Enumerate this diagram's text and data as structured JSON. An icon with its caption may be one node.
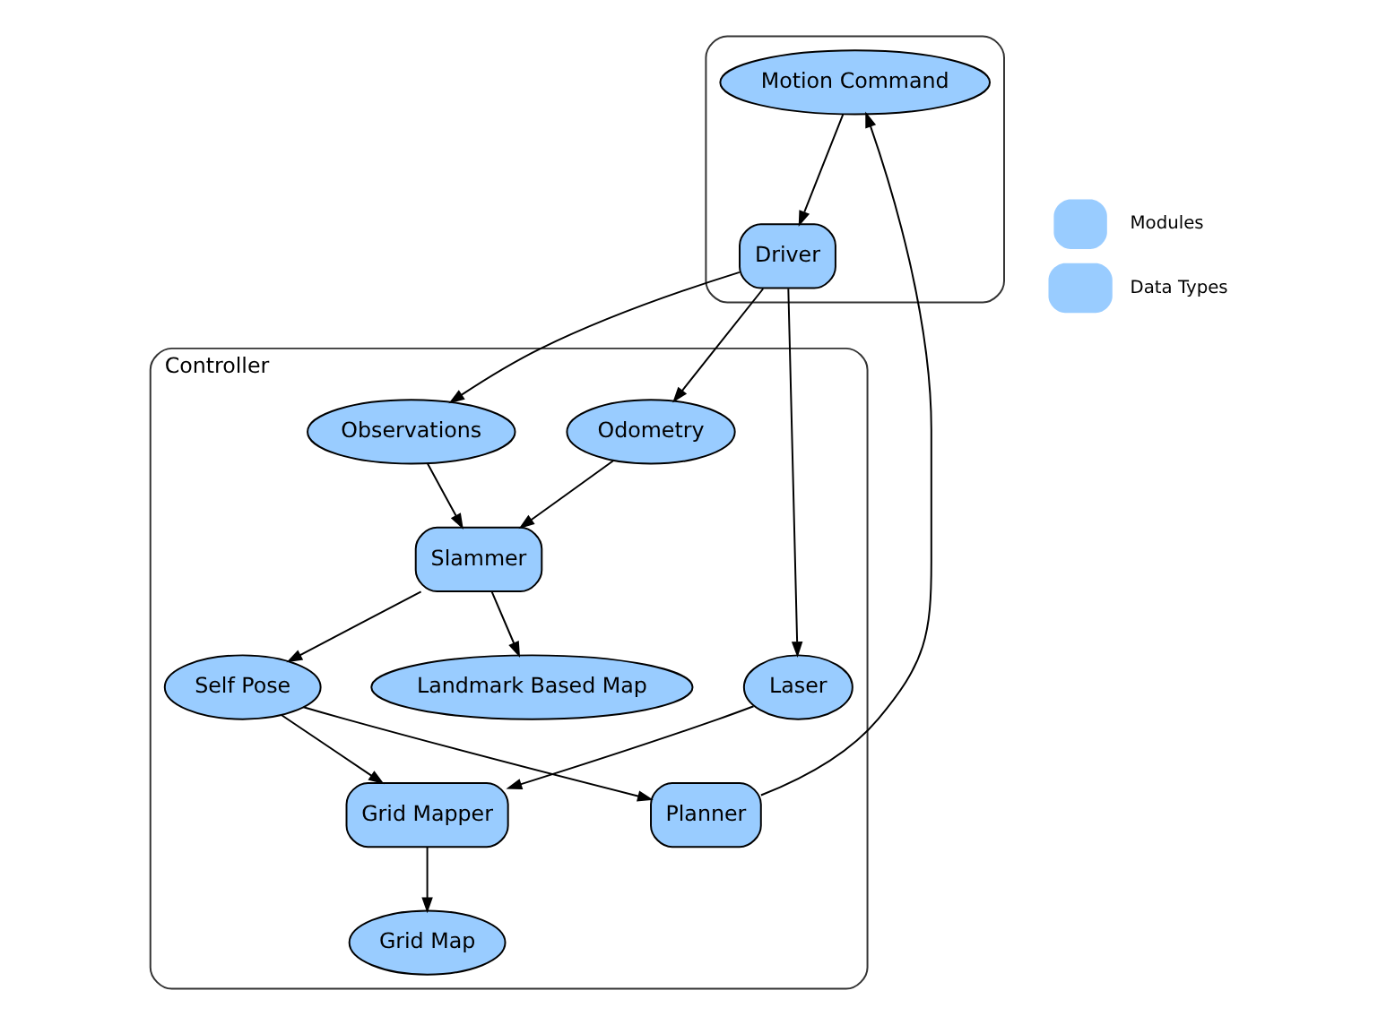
{
  "diagram": {
    "nodes": [
      {
        "text": [
          "Controller"
        ]
      },
      {
        "text": [
          "Odometry"
        ],
        "in": 0
      },
      {
        "text": [
          "Landmark Based Map"
        ],
        "in": 0
      },
      {
        "text": [
          "Observations"
        ],
        "in": 0
      },
      {
        "text": [
          "Slammer"
        ],
        "in": 0
      },
      {
        "text": [
          "Grid Mapper"
        ],
        "in": 0
      },
      {
        "text": [
          "Grid Map"
        ],
        "in": 0
      },
      {
        "text": [
          "Self Pose"
        ],
        "in": 0
      },
      {
        "text": [
          "Laser"
        ],
        "in": 0
      },
      {
        "text": [
          "Planner"
        ],
        "in": 0
      },
      {
        "text": [],
        "shape": "box"
      },
      {
        "text": [
          "Driver"
        ],
        "in": 10
      },
      {
        "text": [
          "Motion Command"
        ],
        "in": 10
      }
    ],
    "edges": [
      {
        "from": 1,
        "to": 4,
        "arrow": "to"
      },
      {
        "from": 3,
        "to": 4,
        "arrow": "to"
      },
      {
        "from": 4,
        "to": 2,
        "arrow": "to"
      },
      {
        "from": 4,
        "to": 7,
        "arrow": "to"
      },
      {
        "from": 7,
        "to": 5,
        "arrow": "to"
      },
      {
        "from": 8,
        "to": 5,
        "arrow": "to"
      },
      {
        "from": 5,
        "to": 6,
        "arrow": "to"
      },
      {
        "from": 7,
        "to": 9,
        "arrow": "to"
      },
      {
        "from": 9,
        "to": 12,
        "arrow": "to"
      },
      {
        "from": 12,
        "to": 11,
        "arrow": "to"
      },
      {
        "from": 11,
        "to": 8,
        "arrow": "to"
      },
      {
        "from": 11,
        "to": 1,
        "arrow": "to"
      },
      {
        "from": 11,
        "to": 3,
        "arrow": "to"
      }
    ],
    "legend": [
      {
        "text": "Modules"
      },
      {
        "text": "Data Types"
      }
    ]
  }
}
